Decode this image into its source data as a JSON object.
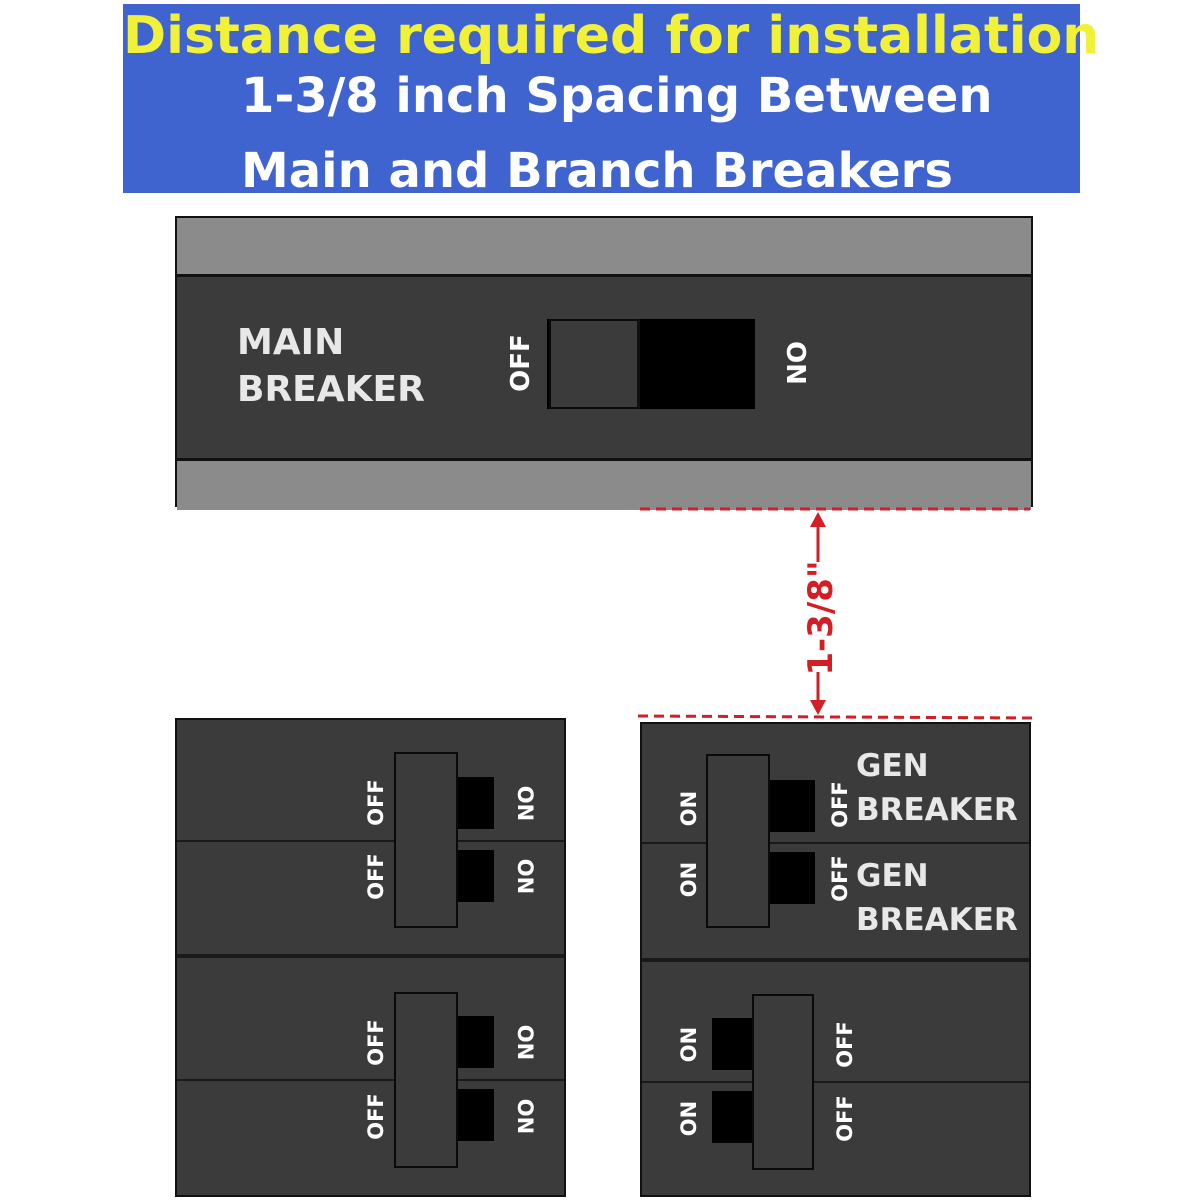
{
  "header": {
    "title": "Distance required for installation",
    "subtitle_line1": "1-3/8 inch Spacing Between",
    "subtitle_line2": "Main and Branch Breakers",
    "background_color": "#3f63cf",
    "title_color": "#f2f13a"
  },
  "main_breaker": {
    "label_line1": "MAIN",
    "label_line2": "BREAKER",
    "off_label": "OFF",
    "on_label": "ON"
  },
  "measurement": {
    "label": "1-3/8\"",
    "color": "#d21f26"
  },
  "left_group": {
    "switch_labels": {
      "off": "OFF",
      "on": "ON"
    }
  },
  "right_group": {
    "gen_label_1_line1": "GEN",
    "gen_label_1_line2": "BREAKER",
    "gen_label_2_line1": "GEN",
    "gen_label_2_line2": "BREAKER",
    "switch_labels": {
      "off": "OFF",
      "on": "ON"
    }
  }
}
